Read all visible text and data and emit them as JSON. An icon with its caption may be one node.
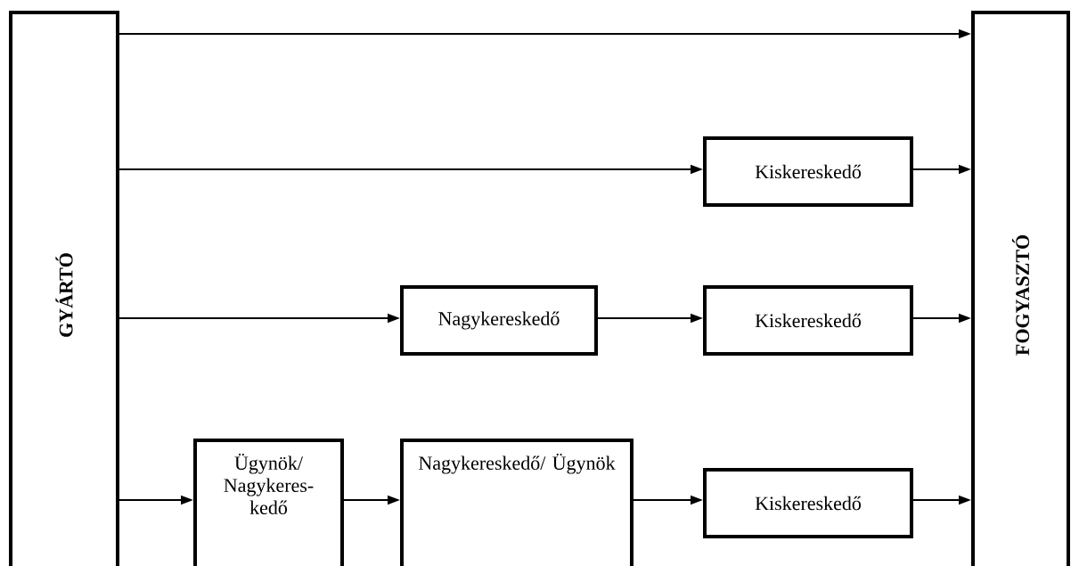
{
  "diagram": {
    "nodes": [
      {
        "text": [
          "GYÁRTÓ"
        ]
      },
      {
        "text": [
          "FOGYASZTÓ"
        ]
      },
      {
        "text": [
          "Kiskereskedő"
        ]
      },
      {
        "text": [
          "Nagykereskedő"
        ]
      },
      {
        "text": [
          "Kiskereskedő"
        ]
      },
      {
        "text": [
          "Ügynök/ Nagykeres- kedő"
        ]
      },
      {
        "text": [
          "Nagykereskedő/ Ügynök"
        ]
      },
      {
        "text": [
          "Kiskereskedő"
        ]
      }
    ],
    "edges": [
      {
        "from": 0,
        "to": 1,
        "arrow": "to"
      },
      {
        "from": 0,
        "to": 2,
        "arrow": "to"
      },
      {
        "from": 2,
        "to": 1,
        "arrow": "to"
      },
      {
        "from": 0,
        "to": 3,
        "arrow": "to"
      },
      {
        "from": 3,
        "to": 4,
        "arrow": "to"
      },
      {
        "from": 4,
        "to": 1,
        "arrow": "to"
      },
      {
        "from": 0,
        "to": 5,
        "arrow": "to"
      },
      {
        "from": 5,
        "to": 6,
        "arrow": "to"
      },
      {
        "from": 6,
        "to": 7,
        "arrow": "to"
      },
      {
        "from": 7,
        "to": 1,
        "arrow": "to"
      }
    ]
  }
}
